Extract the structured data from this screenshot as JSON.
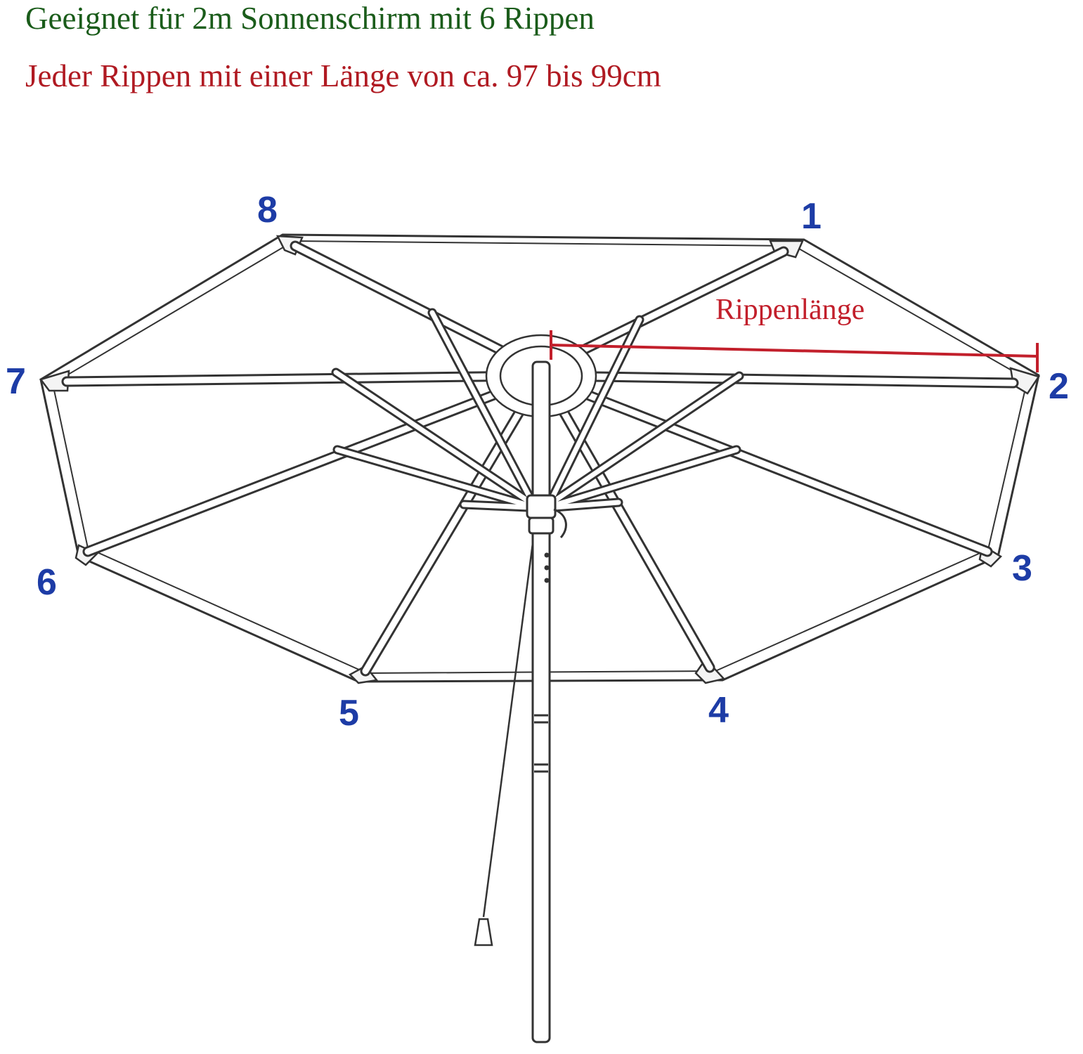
{
  "heading": {
    "line1": "Geeignet für 2m Sonnenschirm mit 6 Rippen",
    "line2": "Jeder Rippen mit einer Länge von ca.  97   bis  99cm"
  },
  "diagram": {
    "subject": "umbrella-frame",
    "rib_numbers": [
      "1",
      "2",
      "3",
      "4",
      "5",
      "6",
      "7",
      "8"
    ],
    "dimension_label": "Rippenlänge",
    "colors": {
      "heading_line1": "#1a5c1a",
      "heading_line2": "#b01a22",
      "rib_numbers": "#1d3ca6",
      "dimension": "#c21f2b",
      "frame": "#333333"
    }
  }
}
